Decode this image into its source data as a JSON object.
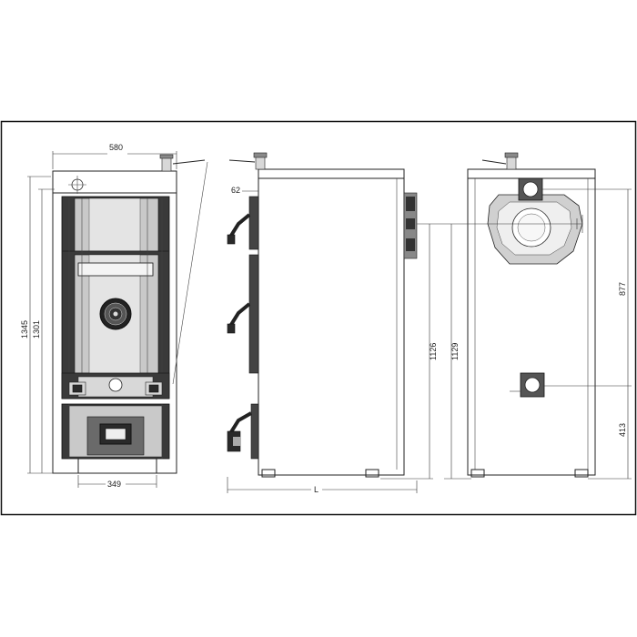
{
  "dimensions": {
    "front_width": "580",
    "front_height_total": "1345",
    "front_height_body": "1301",
    "front_base_width": "349",
    "side_offset": "62",
    "side_height": "1126",
    "side_depth": "L",
    "rear_height": "1129",
    "rear_flue_height": "877",
    "rear_return_height": "413"
  }
}
